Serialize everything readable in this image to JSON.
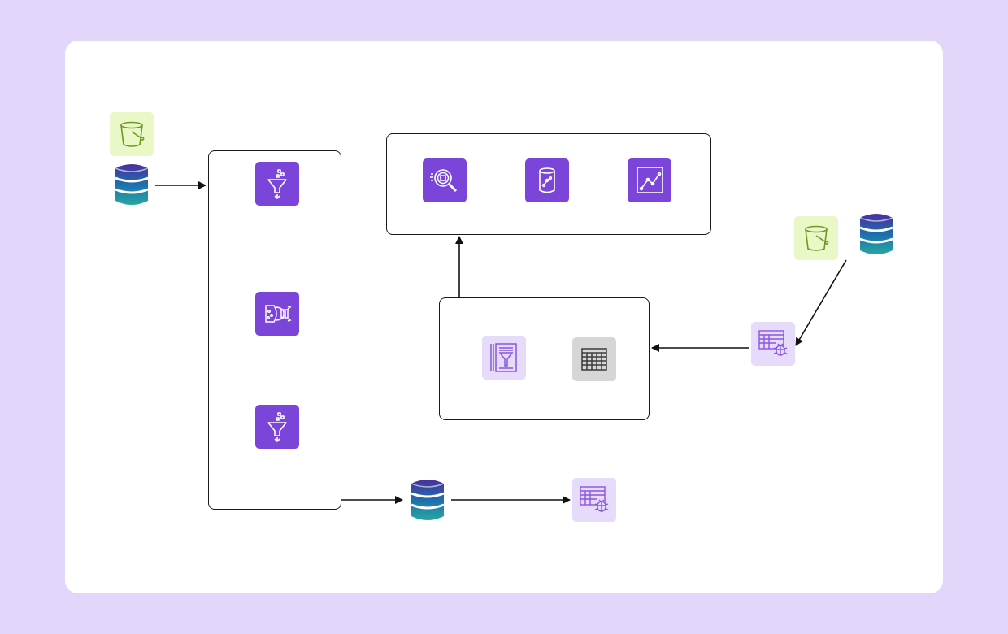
{
  "colors": {
    "page_background": "#e2d7fb",
    "canvas_background": "#ffffff",
    "analytics_purple": "#7b45d9",
    "light_purple_tile": "#e6dbfb",
    "light_purple_glyph": "#8a55e0",
    "storage_green_tile": "#eaf8c8",
    "storage_green_glyph": "#6e9a1e",
    "gray_tile": "#d6d6d6",
    "gray_glyph": "#3b3b3b",
    "database_gradient": [
      "#4b2f9c",
      "#1d6fae",
      "#27a7a0"
    ],
    "connector": "#111111"
  },
  "diagram": {
    "labels_visible": false,
    "nodes": [
      {
        "id": "s3-bucket-source-left",
        "icon": "s3-bucket-icon"
      },
      {
        "id": "database-source-left",
        "icon": "database-icon"
      },
      {
        "id": "etl-pipeline-group",
        "icon": "group-box",
        "contains": [
          "filter-funnel-icon",
          "data-shuffle-icon",
          "filter-funnel-icon"
        ]
      },
      {
        "id": "database-output",
        "icon": "database-icon"
      },
      {
        "id": "crawler-output",
        "icon": "crawler-table-icon"
      },
      {
        "id": "analytics-group",
        "icon": "group-box",
        "contains": [
          "search-query-icon",
          "data-lake-icon",
          "line-chart-icon"
        ]
      },
      {
        "id": "catalog-group",
        "icon": "group-box",
        "contains": [
          "filtered-document-icon",
          "table-grid-icon"
        ]
      },
      {
        "id": "s3-bucket-source-right",
        "icon": "s3-bucket-icon"
      },
      {
        "id": "database-source-right",
        "icon": "database-icon"
      },
      {
        "id": "crawler-right",
        "icon": "crawler-table-icon"
      }
    ],
    "edges": [
      {
        "from": "database-source-left",
        "to": "etl-pipeline-group"
      },
      {
        "from": "etl-pipeline-group",
        "to": "database-output"
      },
      {
        "from": "database-output",
        "to": "crawler-output"
      },
      {
        "from": "database-source-right",
        "to": "crawler-right"
      },
      {
        "from": "crawler-right",
        "to": "catalog-group"
      },
      {
        "from": "catalog-group",
        "to": "analytics-group"
      }
    ]
  }
}
